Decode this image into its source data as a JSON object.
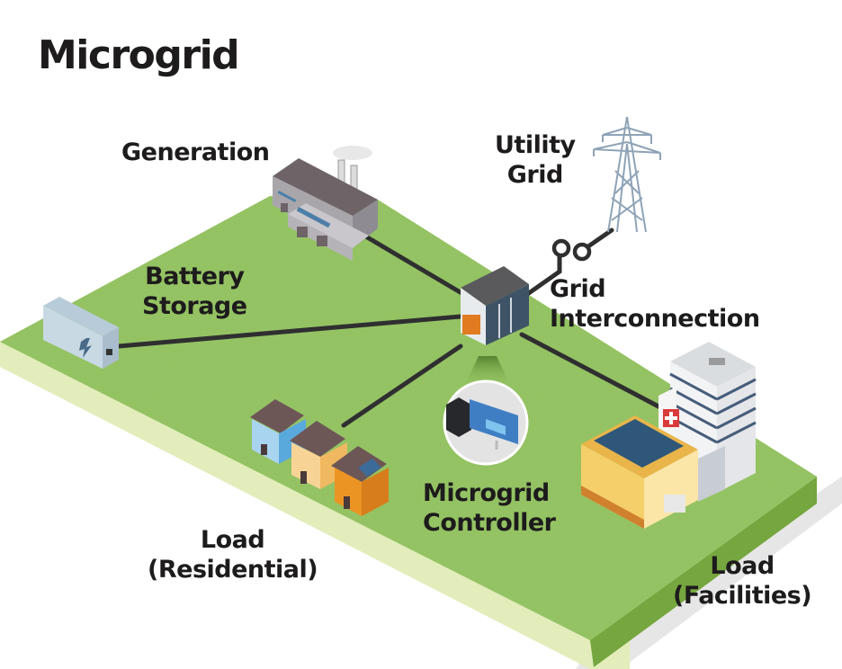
{
  "title": "Microgrid",
  "labels": {
    "generation": "Generation",
    "utility_grid": [
      "Utility",
      "Grid"
    ],
    "battery_storage": [
      "Battery",
      "Storage"
    ],
    "grid_interconnection": [
      "Grid",
      "Interconnection"
    ],
    "microgrid_controller": [
      "Microgrid",
      "Controller"
    ],
    "load_residential": [
      "Load",
      "(Residential)"
    ],
    "load_facilities": [
      "Load",
      "(Facilities)"
    ]
  },
  "components": [
    {
      "id": "generation",
      "icon": "factory-icon"
    },
    {
      "id": "utility_grid",
      "icon": "transmission-tower-icon"
    },
    {
      "id": "battery_storage",
      "icon": "battery-container-icon"
    },
    {
      "id": "grid_interconnection",
      "icon": "switch-icon"
    },
    {
      "id": "microgrid_controller",
      "icon": "computer-workstation-icon"
    },
    {
      "id": "load_residential",
      "icon": "houses-icon"
    },
    {
      "id": "load_facilities",
      "icon": "hospital-icon"
    }
  ],
  "connections": [
    {
      "from": "hub",
      "to": "generation"
    },
    {
      "from": "hub",
      "to": "battery_storage"
    },
    {
      "from": "hub",
      "to": "load_residential"
    },
    {
      "from": "hub",
      "to": "load_facilities"
    },
    {
      "from": "hub",
      "to": "utility_grid",
      "via": "grid_interconnection"
    }
  ],
  "colors": {
    "grass_top": "#8dbf5a",
    "grass_side_left": "#e2edbb",
    "grass_side_right": "#76a63f",
    "shadow": "#e6e6e6",
    "line": "#2f2f30",
    "text": "#1d1b1c",
    "orange": "#e07b22",
    "red_cross": "#d93a3a",
    "steel": "#9fb3c5"
  }
}
